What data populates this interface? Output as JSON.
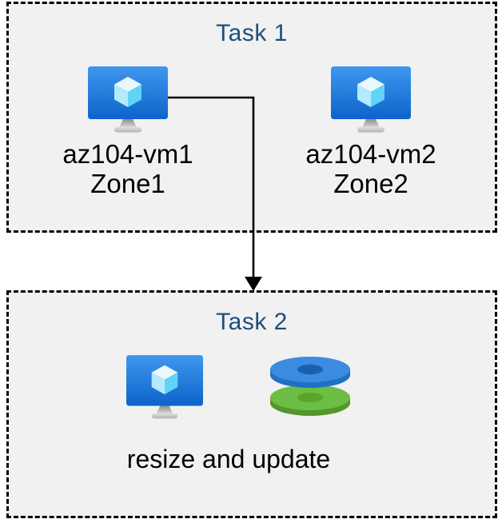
{
  "colors": {
    "title_text": "#1F4E79",
    "label_text": "#000000",
    "box_fill": "#F1F1F2",
    "box_border": "#000000",
    "arrow": "#000000",
    "vm_screen_top": "#3F97EE",
    "vm_screen_bottom": "#0D63CA",
    "cube_top_face": "#E9F7FE",
    "cube_left_face": "#B3EBFD",
    "cube_right_face": "#5FD4F6",
    "stand_dark": "#8E8E8E",
    "stand_light": "#D9D9D9",
    "disk_blue_top": "#3B8CE0",
    "disk_blue_side": "#2070C6",
    "disk_blue_hole": "#1B60AC",
    "disk_green_top": "#6CBE45",
    "disk_green_side": "#54962A",
    "disk_green_hole": "#5AA42C"
  },
  "task1": {
    "title": "Task 1",
    "vms": [
      {
        "name": "az104-vm1",
        "zone": "Zone1"
      },
      {
        "name": "az104-vm2",
        "zone": "Zone2"
      }
    ]
  },
  "task2": {
    "title": "Task 2",
    "caption": "resize and update"
  },
  "icons": {
    "vm": "virtual-machine-icon",
    "disks": "managed-disks-icon",
    "arrow": "flow-arrow-down"
  }
}
